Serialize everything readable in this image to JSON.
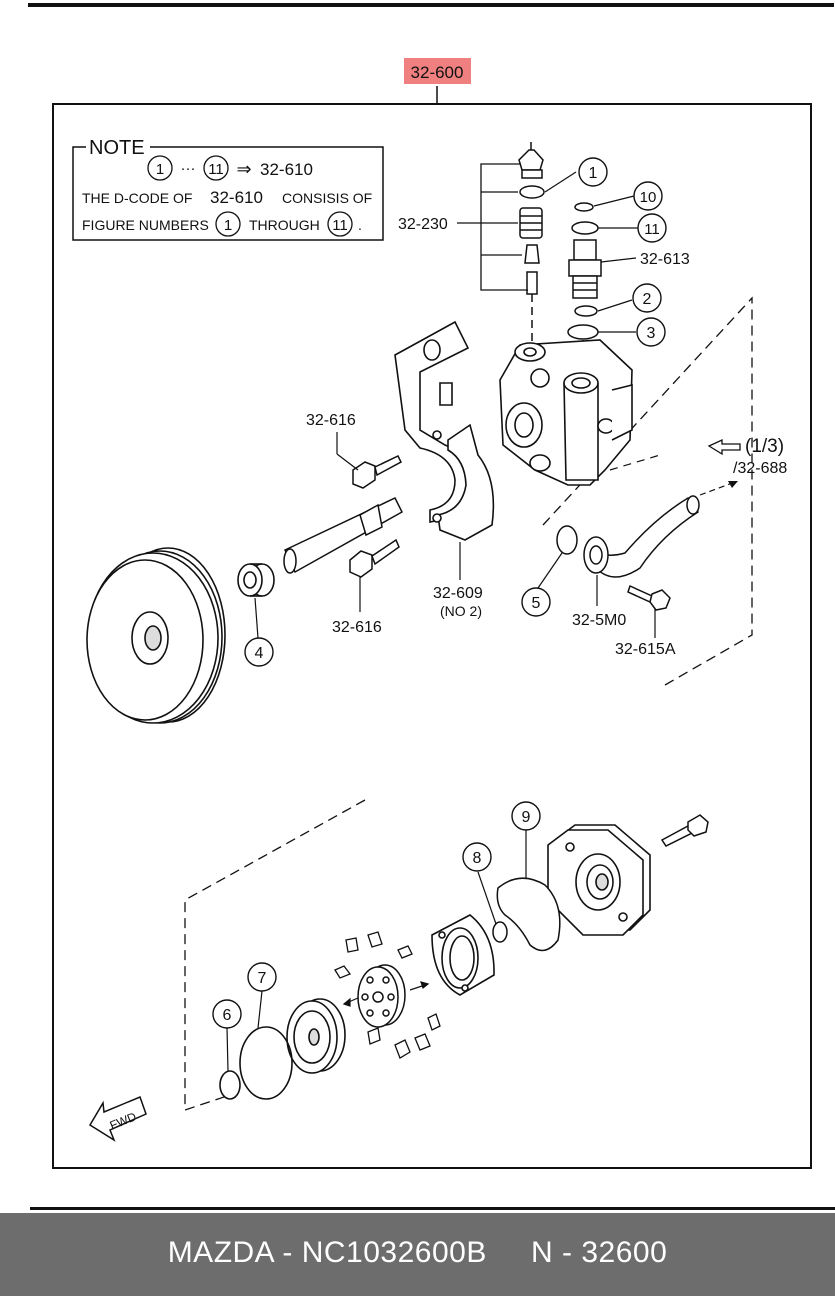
{
  "main_part": {
    "code": "32-600",
    "highlight_color": "#f08080"
  },
  "note": {
    "title": "NOTE",
    "range_from": "1",
    "range_sep": "···",
    "range_to": "11",
    "arrow_symbol": "⇒",
    "target_code": "32-610",
    "line2_a": "THE D-CODE OF",
    "line2_code": "32-610",
    "line2_b": "CONSISIS OF",
    "line3_a": "FIGURE NUMBERS",
    "line3_from": "1",
    "line3_mid": "THROUGH",
    "line3_to": "11",
    "line3_end": "."
  },
  "callouts": [
    "1",
    "2",
    "3",
    "4",
    "5",
    "6",
    "7",
    "8",
    "9",
    "10",
    "11"
  ],
  "labels": {
    "l_32_230": "32-230",
    "l_32_613": "32-613",
    "l_32_616_a": "32-616",
    "l_32_616_b": "32-616",
    "l_32_609": "32-609",
    "l_no2": "(NO 2)",
    "l_32_5m0": "32-5M0",
    "l_32_615a": "32-615A",
    "l_ref_page": "(1/3)",
    "l_ref_code": "/32-688",
    "fwd": "FWD"
  },
  "footer": {
    "brand": "MAZDA",
    "sep": " - ",
    "part_number": "NC1032600B",
    "code_label": "N - 32600",
    "bar_color": "#6d6d6d"
  }
}
